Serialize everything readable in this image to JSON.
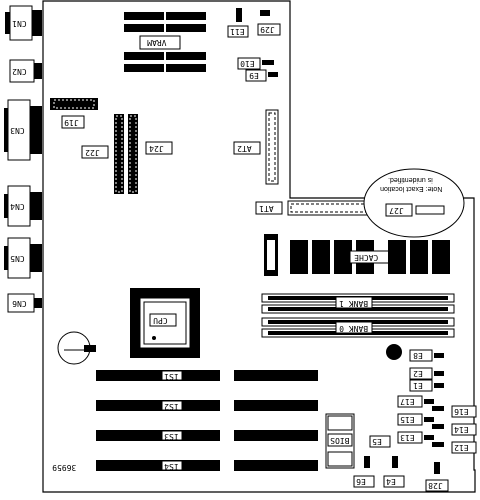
{
  "labels": {
    "cn1": "CN1",
    "cn2": "CN2",
    "cn3": "CN3",
    "cn4": "CN4",
    "cn5": "CN5",
    "cn6": "CN6",
    "vram": "VRAM",
    "j19": "J19",
    "j22": "J22",
    "j24": "J24",
    "j29": "J29",
    "e11": "E11",
    "e10": "E10",
    "e9": "E9",
    "at2": "AT2",
    "at1": "AT1",
    "j27": "J27",
    "note": "Note: Exact location is unidentified.",
    "note_line1": "Note: Exact location",
    "note_line2": "is unidentified.",
    "cache": "CACHE",
    "bank1": "BANK 1",
    "bank0": "BANK 0",
    "cpu": "CPU",
    "is1": "IS1",
    "is2": "IS2",
    "is3": "IS3",
    "is4": "IS4",
    "e8": "E8",
    "e2": "E2",
    "e1": "E1",
    "e17": "E17",
    "e16": "E16",
    "e15": "E15",
    "e14": "E14",
    "e13": "E13",
    "e12": "E12",
    "e5": "E5",
    "e6": "E6",
    "e4": "E4",
    "j28": "J28",
    "bios": "BIOS",
    "code": "36959"
  }
}
